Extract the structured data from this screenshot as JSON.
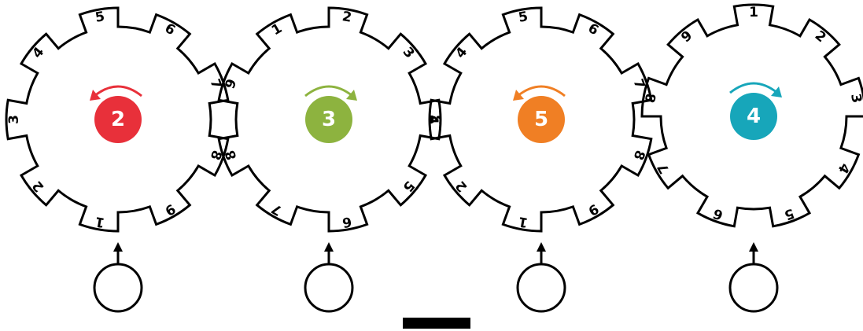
{
  "puzzle": {
    "gears": [
      {
        "id": "gear-1",
        "teeth": [
          "1",
          "2",
          "3",
          "4",
          "5",
          "6",
          "7",
          "8",
          "9"
        ],
        "rotation_steps": "2",
        "rotation_direction": "counterclockwise",
        "color": "#e8303a",
        "answer": ""
      },
      {
        "id": "gear-2",
        "teeth": [
          "1",
          "2",
          "3",
          "4",
          "5",
          "6",
          "7",
          "8",
          "9"
        ],
        "rotation_steps": "3",
        "rotation_direction": "clockwise",
        "color": "#8db33f",
        "answer": ""
      },
      {
        "id": "gear-3",
        "teeth": [
          "1",
          "2",
          "3",
          "4",
          "5",
          "6",
          "7",
          "8",
          "9"
        ],
        "rotation_steps": "5",
        "rotation_direction": "counterclockwise",
        "color": "#f07f24",
        "answer": ""
      },
      {
        "id": "gear-4",
        "teeth": [
          "1",
          "2",
          "3",
          "4",
          "5",
          "6",
          "7",
          "8",
          "9"
        ],
        "rotation_steps": "4",
        "rotation_direction": "clockwise",
        "color": "#17a6ba",
        "answer": ""
      }
    ]
  }
}
